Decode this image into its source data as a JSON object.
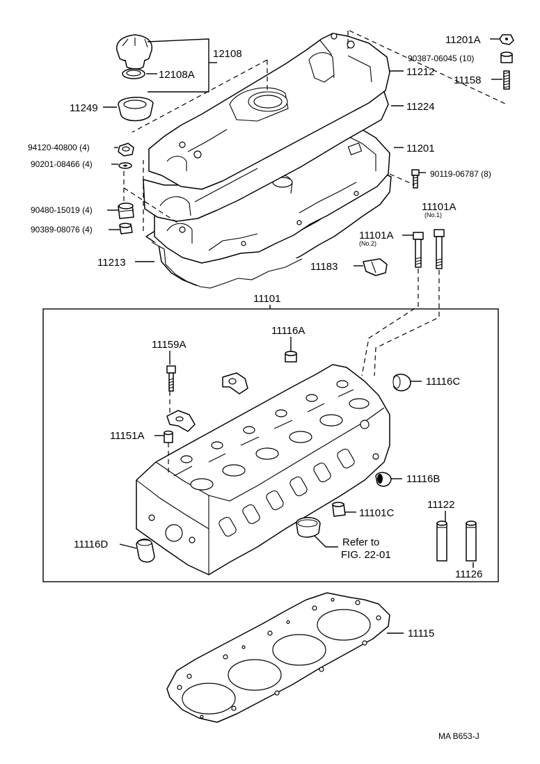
{
  "labels": {
    "p12108": "12108",
    "p12108A": "12108A",
    "p11249": "11249",
    "p94120": "94120-40800 (4)",
    "p90201": "90201-08466 (4)",
    "p90480": "90480-15019 (4)",
    "p90389": "90389-08076 (4)",
    "p11213": "11213",
    "p11201A": "11201A",
    "p90387": "90387-06045 (10)",
    "p11212": "11212",
    "p11158": "11158",
    "p11224": "11224",
    "p11201": "11201",
    "p90119": "90119-06787 (8)",
    "p11101A_no1": "11101A",
    "p11101A_no1_sub": "(No.1)",
    "p11101A_no2": "11101A",
    "p11101A_no2_sub": "(No.2)",
    "p11183": "11183",
    "p11101": "11101",
    "p11116A": "11116A",
    "p11159A": "11159A",
    "p11116C": "11116C",
    "p11151A": "11151A",
    "p11116B": "11116B",
    "p11122": "11122",
    "p11101C": "11101C",
    "p11116D": "11116D",
    "refer_line1": "Refer to",
    "refer_line2": "FIG. 22-01",
    "p11126": "11126",
    "p11115": "11115",
    "figure_code": "MA  B653-J"
  }
}
